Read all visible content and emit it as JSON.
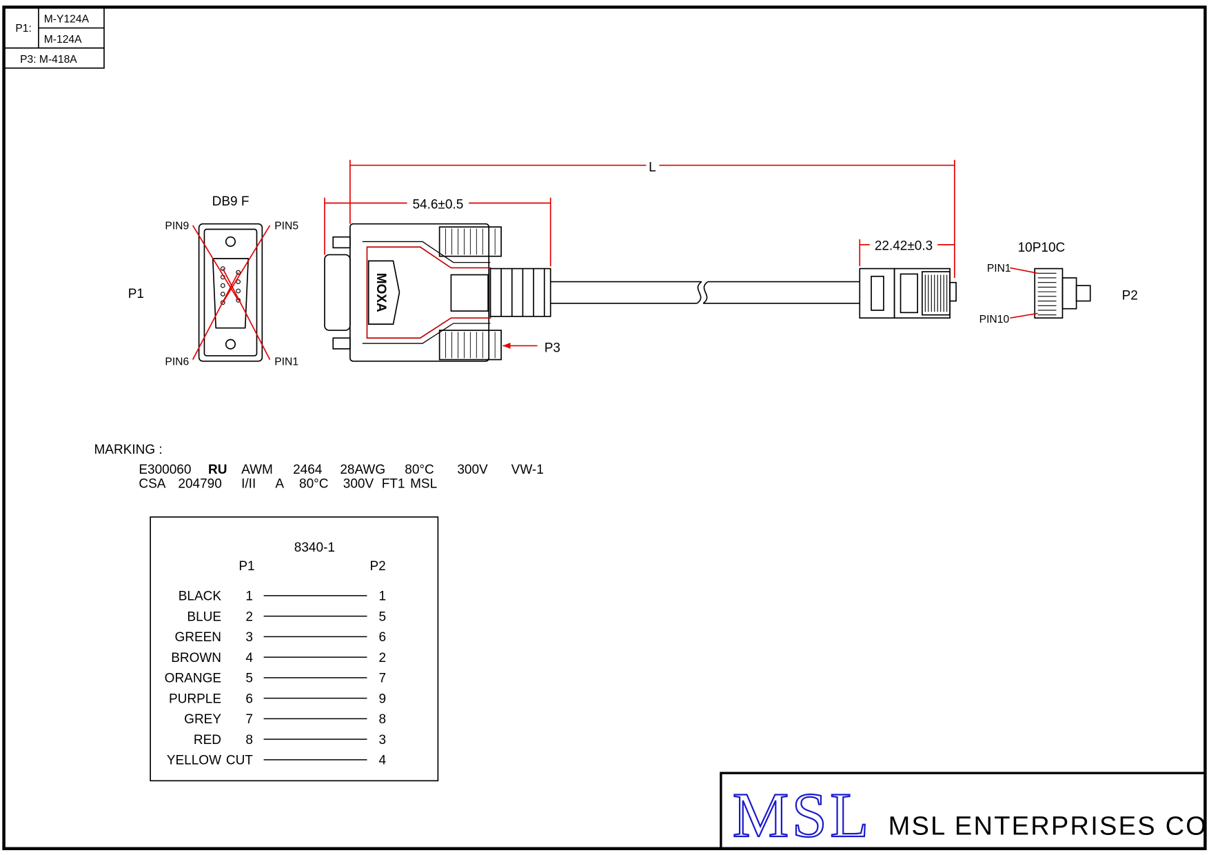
{
  "part_table": {
    "p1_label": "P1:",
    "p1_parts": [
      "M-Y124A",
      "M-124A"
    ],
    "p3_row": "P3: M-418A"
  },
  "drawing": {
    "db9_title": "DB9 F",
    "p1_label": "P1",
    "p2_label": "P2",
    "p3_label": "P3",
    "pin9": "PIN9",
    "pin5": "PIN5",
    "pin6": "PIN6",
    "pin1": "PIN1",
    "rj_title": "10P10C",
    "rj_pin1": "PIN1",
    "rj_pin10": "PIN10",
    "dim_length": "L",
    "dim_db9": "54.6±0.5",
    "dim_rj": "22.42±0.3",
    "brand": "MOXA"
  },
  "marking": {
    "title": "MARKING :",
    "line1": [
      "E300060",
      "RU",
      "AWM",
      "2464",
      "28AWG",
      "80°C",
      "300V",
      "VW-1"
    ],
    "line2": [
      "CSA",
      "204790",
      "I/II",
      "A",
      "80°C",
      "300V",
      "FT1",
      "MSL"
    ]
  },
  "pinout": {
    "title": "8340-1",
    "col_p1": "P1",
    "col_p2": "P2",
    "rows": [
      {
        "color": "BLACK",
        "p1": "1",
        "p2": "1"
      },
      {
        "color": "BLUE",
        "p1": "2",
        "p2": "5"
      },
      {
        "color": "GREEN",
        "p1": "3",
        "p2": "6"
      },
      {
        "color": "BROWN",
        "p1": "4",
        "p2": "2"
      },
      {
        "color": "ORANGE",
        "p1": "5",
        "p2": "7"
      },
      {
        "color": "PURPLE",
        "p1": "6",
        "p2": "9"
      },
      {
        "color": "GREY",
        "p1": "7",
        "p2": "8"
      },
      {
        "color": "RED",
        "p1": "8",
        "p2": "3"
      },
      {
        "color": "YELLOW",
        "p1": "CUT",
        "p2": "4"
      }
    ]
  },
  "title_block": {
    "logo": "MSL",
    "company": "MSL ENTERPRISES CORP."
  },
  "colors": {
    "dimension": "#e00000",
    "logo": "#1a1acc"
  }
}
